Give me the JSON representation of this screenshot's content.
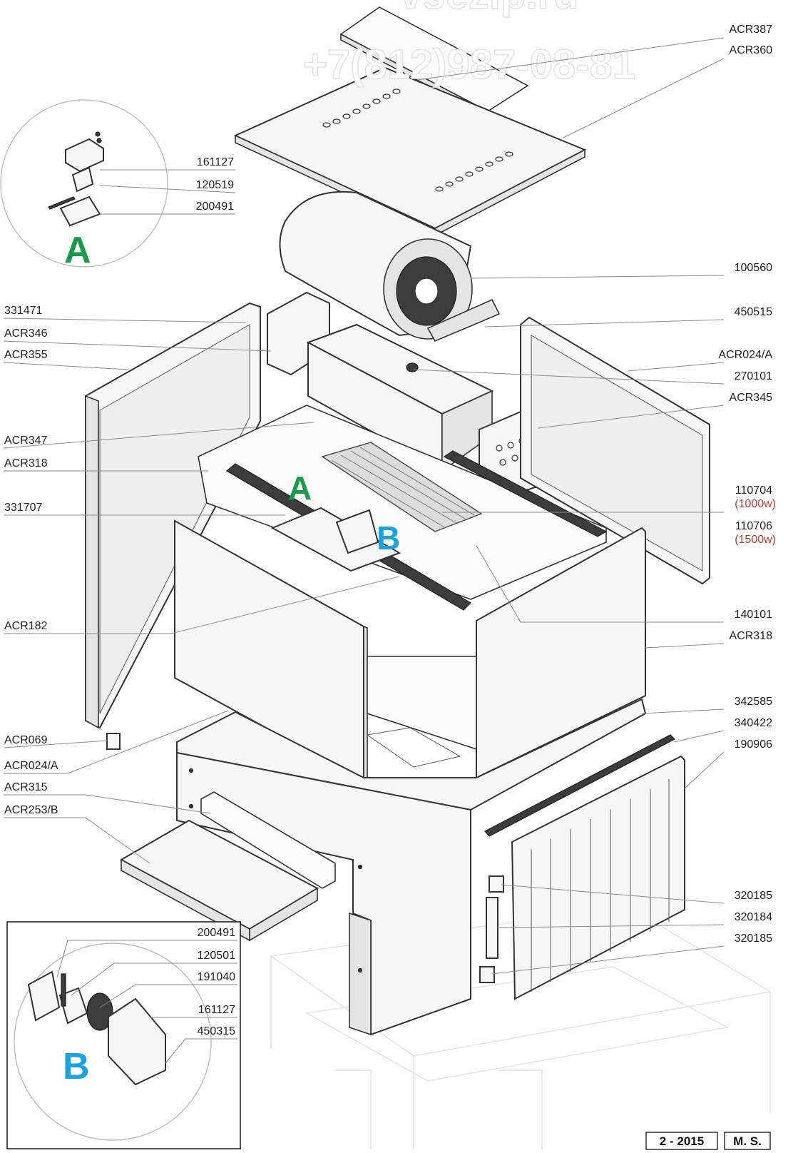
{
  "watermark": {
    "site": "vsezip.ru",
    "phone": "+7(812)987-08-81"
  },
  "detail_markers": {
    "a": "A",
    "b": "B",
    "a_color": "#1a9b4a",
    "b_color": "#1aa3e0"
  },
  "detail_a_labels": [
    "161127",
    "120519",
    "200491"
  ],
  "detail_b_labels": [
    "200491",
    "120501",
    "191040",
    "161127",
    "450315"
  ],
  "right_labels": [
    {
      "text": "ACR387"
    },
    {
      "text": "ACR360"
    },
    {
      "text": "100560"
    },
    {
      "text": "450515"
    },
    {
      "text": "ACR024/A"
    },
    {
      "text": "270101"
    },
    {
      "text": "ACR345"
    },
    {
      "text": "110704"
    },
    {
      "text": "(1000w)",
      "color": "#c0392b"
    },
    {
      "text": "110706"
    },
    {
      "text": "(1500w)",
      "color": "#c0392b"
    },
    {
      "text": "140101"
    },
    {
      "text": "ACR318"
    },
    {
      "text": "342585"
    },
    {
      "text": "340422"
    },
    {
      "text": "190906"
    },
    {
      "text": "320185"
    },
    {
      "text": "320184"
    },
    {
      "text": "320185"
    }
  ],
  "left_labels": [
    "331471",
    "ACR346",
    "ACR355",
    "ACR347",
    "ACR318",
    "331707",
    "ACR182",
    "ACR069",
    "ACR024/A",
    "ACR315",
    "ACR253/B"
  ],
  "footer": {
    "date": "2 - 2015",
    "initials": "M. S."
  }
}
